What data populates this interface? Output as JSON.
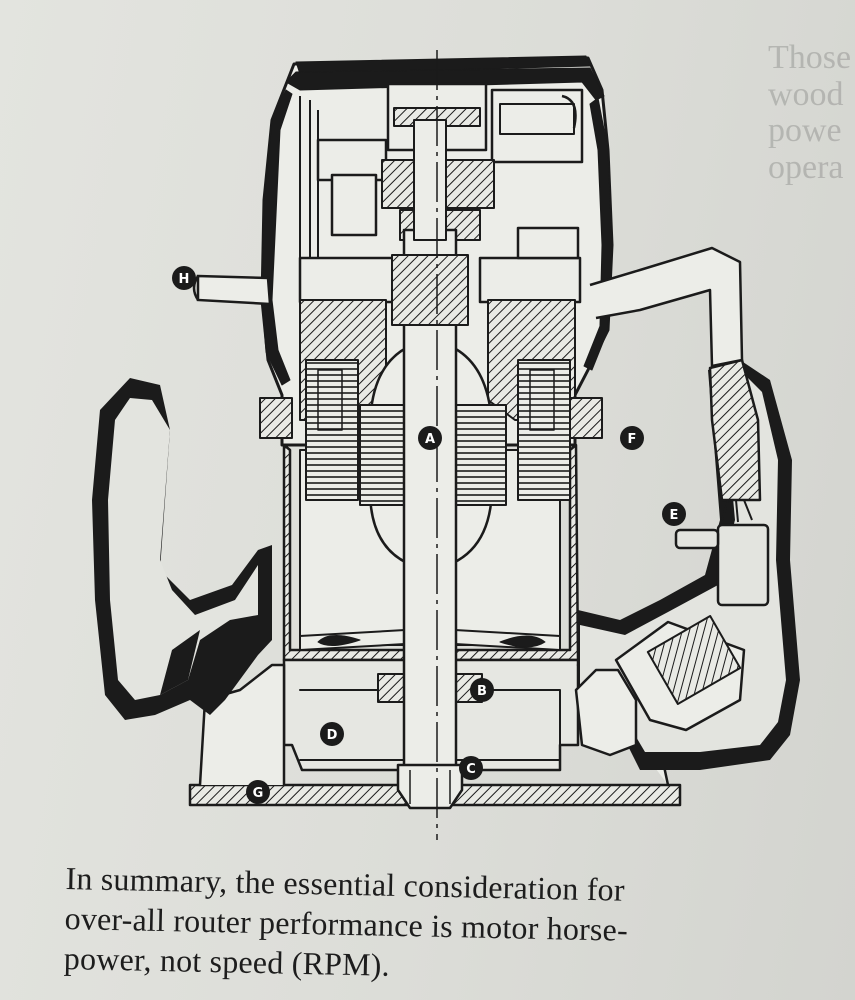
{
  "diagram": {
    "labels": [
      "A",
      "B",
      "C",
      "D",
      "E",
      "F",
      "G",
      "H"
    ]
  },
  "bleed_text": [
    "Those",
    "wood",
    "powe",
    "",
    "opera"
  ],
  "caption": {
    "lines": [
      "In summary, the essential consideration for",
      "over-all router performance is motor horse-",
      "power, not speed (RPM)."
    ]
  },
  "colors": {
    "ink": "#1b1b1b",
    "paper": "#e0e1dc"
  }
}
